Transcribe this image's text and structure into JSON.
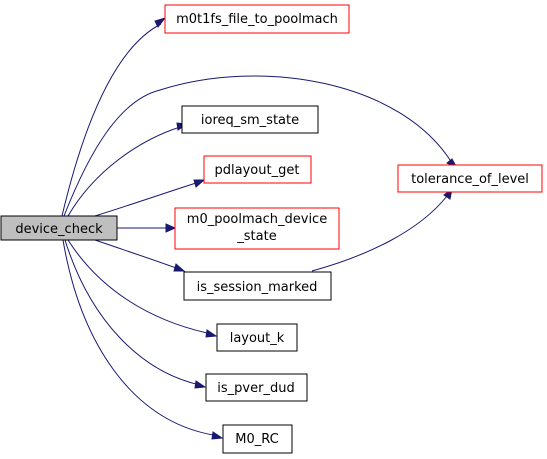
{
  "graph": {
    "root": {
      "label": "device_check",
      "fill": "#bfbfbf",
      "border": "#000000"
    },
    "nodes": [
      {
        "id": "m0t1fs_file_to_poolmach",
        "lines": [
          "m0t1fs_file_to_poolmach"
        ],
        "border": "#ff0000"
      },
      {
        "id": "ioreq_sm_state",
        "lines": [
          "ioreq_sm_state"
        ],
        "border": "#000000"
      },
      {
        "id": "pdlayout_get",
        "lines": [
          "pdlayout_get"
        ],
        "border": "#ff0000"
      },
      {
        "id": "m0_poolmach_device_state",
        "lines": [
          "m0_poolmach_device",
          "_state"
        ],
        "border": "#ff0000"
      },
      {
        "id": "is_session_marked",
        "lines": [
          "is_session_marked"
        ],
        "border": "#000000"
      },
      {
        "id": "layout_k",
        "lines": [
          "layout_k"
        ],
        "border": "#000000"
      },
      {
        "id": "is_pver_dud",
        "lines": [
          "is_pver_dud"
        ],
        "border": "#000000"
      },
      {
        "id": "M0_RC",
        "lines": [
          "M0_RC"
        ],
        "border": "#000000"
      },
      {
        "id": "tolerance_of_level",
        "lines": [
          "tolerance_of_level"
        ],
        "border": "#ff0000"
      }
    ],
    "edges": [
      {
        "from": "device_check",
        "to": "m0t1fs_file_to_poolmach"
      },
      {
        "from": "device_check",
        "to": "tolerance_of_level"
      },
      {
        "from": "device_check",
        "to": "ioreq_sm_state"
      },
      {
        "from": "device_check",
        "to": "pdlayout_get"
      },
      {
        "from": "device_check",
        "to": "m0_poolmach_device_state"
      },
      {
        "from": "device_check",
        "to": "is_session_marked"
      },
      {
        "from": "device_check",
        "to": "layout_k"
      },
      {
        "from": "device_check",
        "to": "is_pver_dud"
      },
      {
        "from": "device_check",
        "to": "M0_RC"
      },
      {
        "from": "is_session_marked",
        "to": "tolerance_of_level"
      }
    ],
    "edge_color": "#191970"
  }
}
